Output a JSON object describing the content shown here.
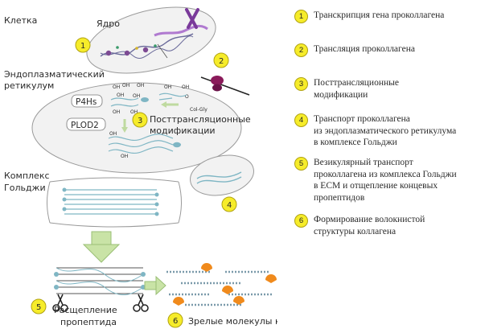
{
  "diagram": {
    "cell_label": "Клетка",
    "nucleus_label": "Ядро",
    "er_label_line1": "Эндоплазматический",
    "er_label_line2": "ретикулум",
    "golgi_label_line1": "Комплекс",
    "golgi_label_line2": "Гольджи",
    "enzyme1": "P4Hs",
    "enzyme2": "PLOD2",
    "oh": "OH",
    "colgly": "Col-Gly",
    "o_label": "O",
    "ptm_line1": "Посттрансляционные",
    "ptm_line2": "модификации",
    "cleavage_line1": "Расщепление",
    "cleavage_line2": "пропептида",
    "mature_label": "Зрелые молекулы коллагена",
    "badges": {
      "b1": "1",
      "b2": "2",
      "b3": "3",
      "b4": "4",
      "b5": "5",
      "b6": "6"
    },
    "colors": {
      "badge": "#f6ec2a",
      "arrow": "#c9e3a6",
      "pink": "#e8a6c4",
      "orange": "#f08a1c",
      "helix": "#7fb6c4",
      "purple": "#8a3a8a"
    }
  },
  "legend": [
    {
      "num": "1",
      "lines": [
        "Транскрипция гена проколлагена"
      ]
    },
    {
      "num": "2",
      "lines": [
        "Трансляция проколлагена"
      ]
    },
    {
      "num": "3",
      "lines": [
        "Посттрансляционные",
        "модификации"
      ]
    },
    {
      "num": "4",
      "lines": [
        "Транспорт проколлагена",
        "из эндоплазматического ретикулума",
        "в комплексе Гольджи"
      ]
    },
    {
      "num": "5",
      "lines": [
        "Везикулярный транспорт",
        "проколлагена из комплекса Гольджи",
        "в ECM и отщепление концевых",
        "пропептидов"
      ]
    },
    {
      "num": "6",
      "lines": [
        "Формирование волокнистой",
        "структуры коллагена"
      ]
    }
  ]
}
